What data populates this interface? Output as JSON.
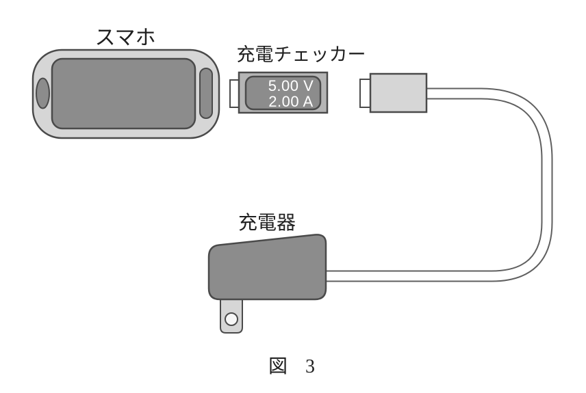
{
  "figure": {
    "caption_prefix": "図",
    "caption_number": "3"
  },
  "smartphone": {
    "label": "スマホ"
  },
  "checker": {
    "label": "充電チェッカー",
    "display": {
      "voltage": "5.00 V",
      "current": "2.00 A"
    }
  },
  "charger": {
    "label": "充電器"
  },
  "colors": {
    "light_gray_body": "#d6d6d6",
    "dark_gray_body": "#8c8c8c",
    "checker_frame_gray": "#b5b5b5",
    "outline": "#4a4a4a",
    "cable_outline": "#5f5f5f",
    "display_text": "#ffffff",
    "background": "#ffffff"
  }
}
